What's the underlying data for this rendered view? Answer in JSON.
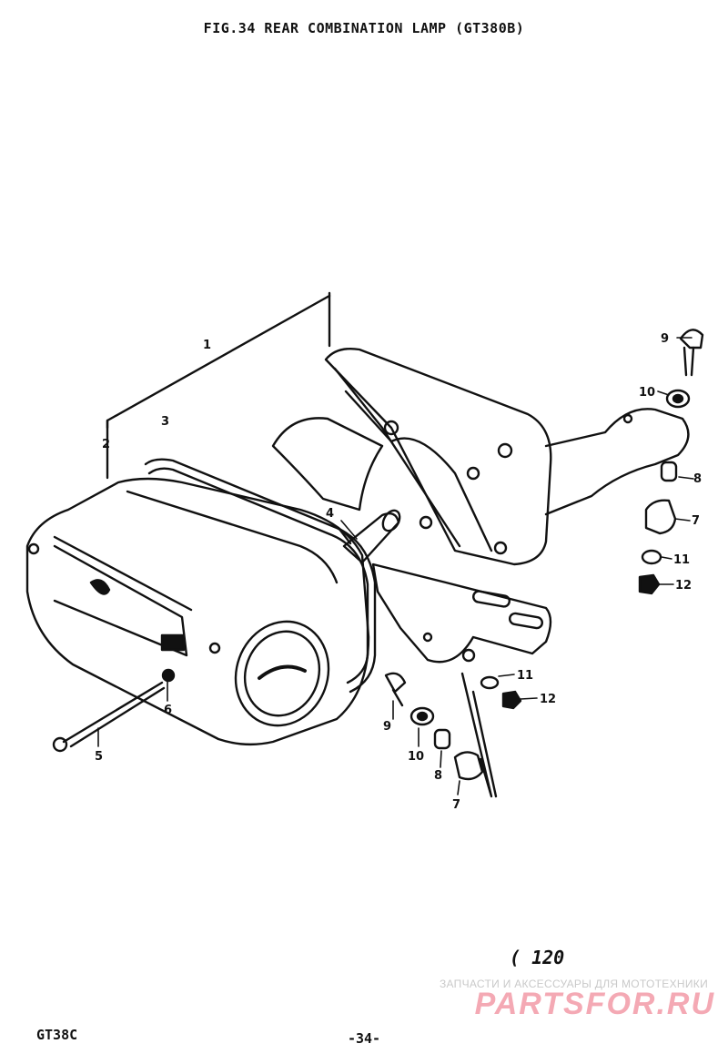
{
  "header": {
    "title": "FIG.34  REAR COMBINATION LAMP (GT380B)"
  },
  "callouts": [
    {
      "label": "1"
    },
    {
      "label": "2"
    },
    {
      "label": "3"
    },
    {
      "label": "4"
    },
    {
      "label": "5"
    },
    {
      "label": "6"
    },
    {
      "label": "9"
    },
    {
      "label": "10"
    },
    {
      "label": "8"
    },
    {
      "label": "7"
    },
    {
      "label": "11"
    },
    {
      "label": "12"
    },
    {
      "label": "11"
    },
    {
      "label": "12"
    },
    {
      "label": "9"
    },
    {
      "label": "10"
    },
    {
      "label": "8"
    },
    {
      "label": "7"
    }
  ],
  "footer": {
    "reference": "( 120",
    "model_code": "GT38C",
    "page_number": "-34-"
  },
  "watermark": {
    "tagline": "ЗАПЧАСТИ И АКСЕССУАРЫ ДЛЯ МОТОТЕХНИКИ",
    "logo": "PARTSFOR.RU"
  }
}
